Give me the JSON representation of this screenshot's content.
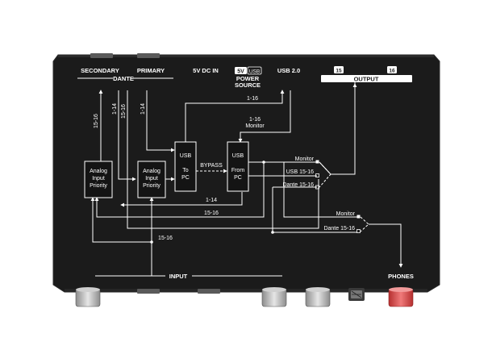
{
  "connectors": {
    "secondary": "SECONDARY",
    "dante": "DANTE",
    "primary": "PRIMARY",
    "dc_in": "5V DC IN",
    "power_source_5v": "5V",
    "power_source_usb": "USB",
    "power_source_line1": "POWER",
    "power_source_line2": "SOURCE",
    "usb": "USB 2.0",
    "output_left": "15",
    "output_right": "16",
    "output": "OUTPUT",
    "input": "INPUT",
    "phones": "PHONES"
  },
  "blocks": {
    "analog_priority_1": [
      "Analog",
      "Input",
      "Priority"
    ],
    "analog_priority_2": [
      "Analog",
      "Input",
      "Priority"
    ],
    "usb_to_pc": [
      "USB",
      "To",
      "PC"
    ],
    "usb_from_pc": [
      "USB",
      "From",
      "PC"
    ]
  },
  "signals": {
    "vert_15_16": "15-16",
    "vert_1_14_a": "1-14",
    "vert_15_16_b": "15-16",
    "vert_1_14_b": "1-14",
    "usb_1_16": "1-16",
    "usb_1_16_monitor_1": "1-16",
    "usb_1_16_monitor_2": "Monitor",
    "bypass": "BYPASS",
    "bus_1_14": "1-14",
    "bus_15_16": "15-16",
    "input_15_16": "15-16"
  },
  "switches": {
    "output_monitor": "Monitor",
    "output_usb": "USB 15-16",
    "output_dante": "Dante 15-16",
    "phones_monitor": "Monitor",
    "phones_dante": "Dante 15-16"
  },
  "colors": {
    "panel": "#1b1b1b",
    "phones_knob": "#e04848"
  }
}
